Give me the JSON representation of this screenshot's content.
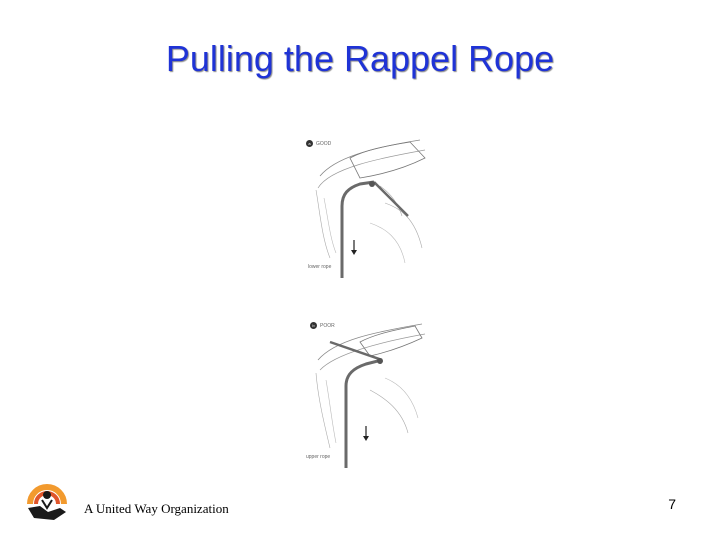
{
  "slide": {
    "title": "Pulling the Rappel Rope",
    "footer_text": "A United Way Organization",
    "page_number": "7"
  },
  "figure": {
    "panel_a": {
      "badge": "a",
      "label": "GOOD",
      "rope_label": "lower rope"
    },
    "panel_b": {
      "badge": "b",
      "label": "POOR",
      "rope_label": "upper rope"
    }
  },
  "colors": {
    "title": "#1f33d6",
    "logo_orange": "#f29a2e",
    "logo_dark": "#1a1a1a"
  },
  "icons": {
    "logo": "united-way-hand-rainbow-logo"
  }
}
